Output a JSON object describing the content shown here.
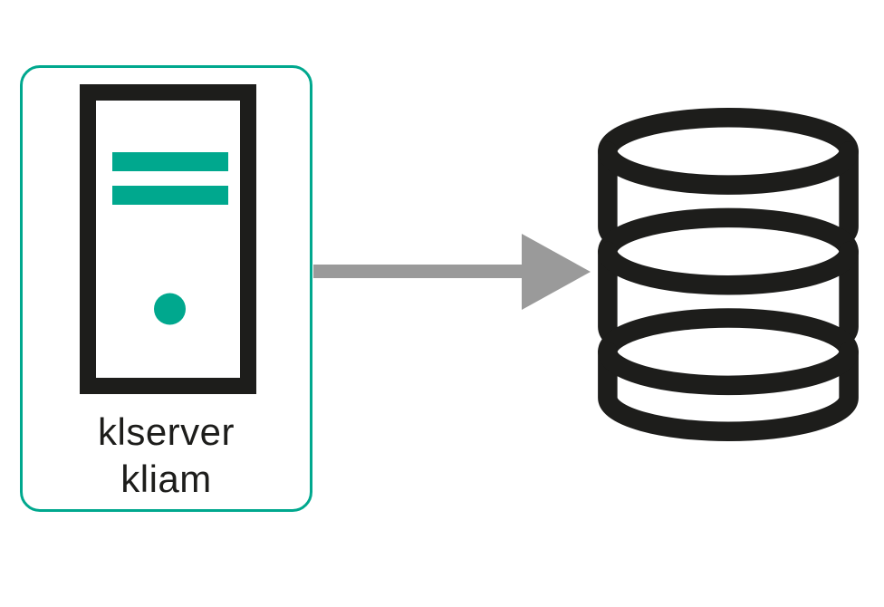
{
  "colors": {
    "accent_teal": "#00a88e",
    "icon_ink": "#1d1d1b",
    "arrow_gray": "#9a9a9a",
    "canvas_background": "#ffffff",
    "node_background": "#ffffff"
  },
  "diagram": {
    "nodes": [
      {
        "id": "klserver-node",
        "icon": "server-tower-icon",
        "label_line1": "klserver",
        "label_line2": "kliam"
      },
      {
        "id": "database-node",
        "icon": "database-icon"
      }
    ],
    "connection": {
      "from": "klserver-node",
      "to": "database-node",
      "type": "solid-arrow-right"
    }
  }
}
